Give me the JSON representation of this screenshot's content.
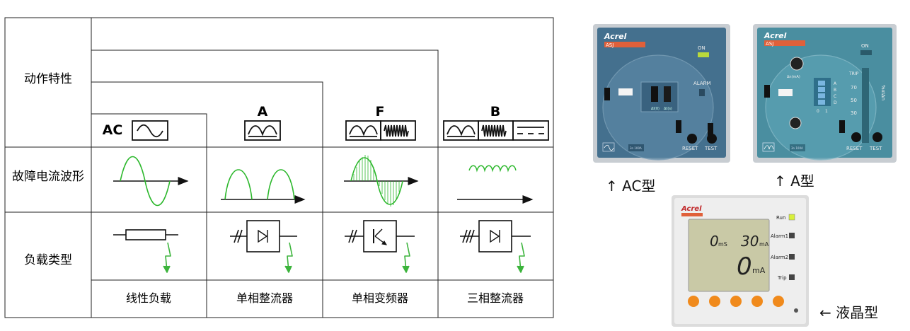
{
  "table": {
    "row_labels": {
      "action": "动作特性",
      "waveform": "故障电流波形",
      "load": "负载类型"
    },
    "types": [
      {
        "name": "AC",
        "load": "线性负载"
      },
      {
        "name": "A",
        "load": "单相整流器"
      },
      {
        "name": "F",
        "load": "单相变频器"
      },
      {
        "name": "B",
        "load": "三相整流器"
      }
    ]
  },
  "devices": {
    "ac": {
      "brand": "Acrel",
      "model": "ASJ",
      "on": "ON",
      "alarm": "ALARM",
      "reset": "RESET",
      "test": "TEST",
      "dip_label_1": "ΔI(0)",
      "dip_label_2": "Δt(s)",
      "spec": "3n 100A",
      "caption": "↑ AC型"
    },
    "a": {
      "brand": "Acrel",
      "model": "ASJ",
      "on": "ON",
      "trip": "TRIP",
      "reset": "RESET",
      "test": "TEST",
      "dial_unit": "Δn(mA)",
      "scale_label": "%xIΔn",
      "scale": [
        "70",
        "50",
        "30"
      ],
      "dip_letters": [
        "A",
        "B",
        "C",
        "D"
      ],
      "dip_nums": [
        "0",
        "1"
      ],
      "spec": "3n 100A",
      "caption": "↑ A型"
    },
    "lcd": {
      "brand": "Acrel",
      "lcd_time": "0",
      "lcd_time_unit": "mS",
      "lcd_set": "30",
      "lcd_set_unit": "mA",
      "lcd_current": "0",
      "lcd_current_unit": "mA",
      "run": "Run",
      "alarm1": "Alarm1",
      "alarm2": "Alarm2",
      "trip": "Trip",
      "caption": "← 液晶型"
    }
  },
  "colors": {
    "wave_green": "#2db82d",
    "bolt_green": "#3cb43c",
    "arrow_black": "#111111",
    "panel_ac": "#44708e",
    "panel_a": "#4a8ea0",
    "lcd_screen": "#c9c9a6",
    "orange_button": "#f08a1c"
  }
}
